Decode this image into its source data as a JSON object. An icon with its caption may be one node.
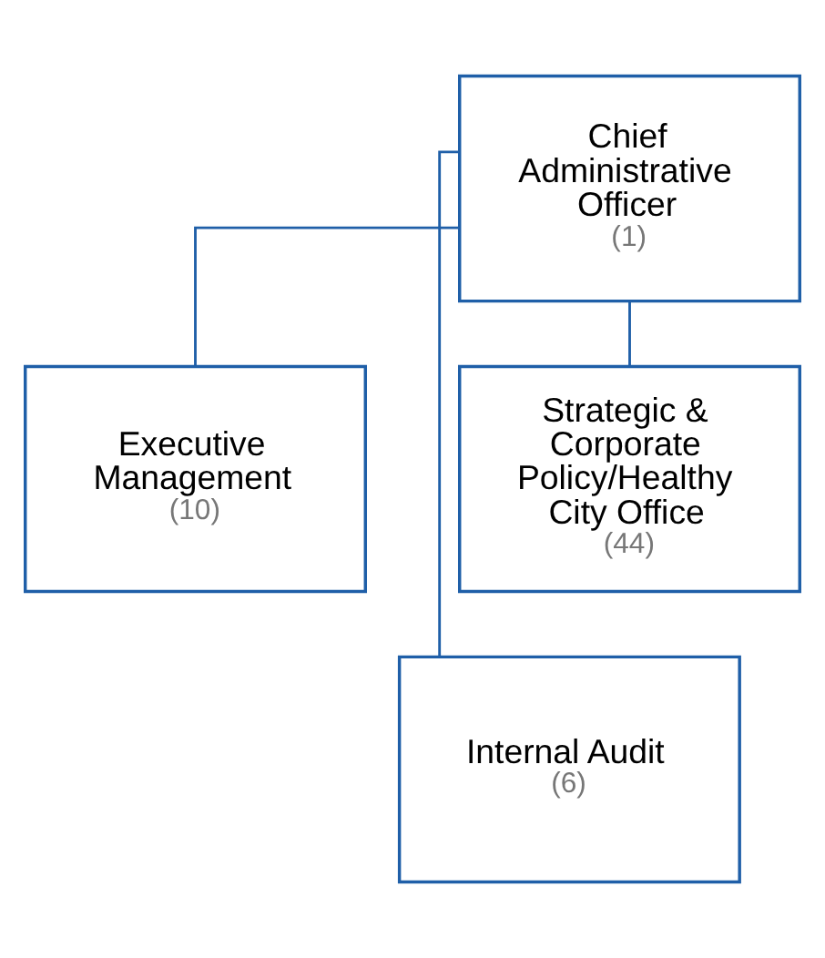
{
  "diagram": {
    "nodes": [
      {
        "text": [
          "Chief Administrative Officer",
          "(1)"
        ]
      },
      {
        "text": [
          "Executive Management",
          "(10)"
        ]
      },
      {
        "text": [
          "Strategic & Corporate Policy/Healthy City Office",
          "(44)"
        ]
      },
      {
        "text": [
          "Internal Audit",
          "(6)"
        ]
      }
    ],
    "edges": [
      {
        "from": 0,
        "to": 1,
        "arrow": "none"
      },
      {
        "from": 0,
        "to": 2,
        "arrow": "none"
      },
      {
        "from": 0,
        "to": 3,
        "arrow": "none"
      }
    ]
  }
}
